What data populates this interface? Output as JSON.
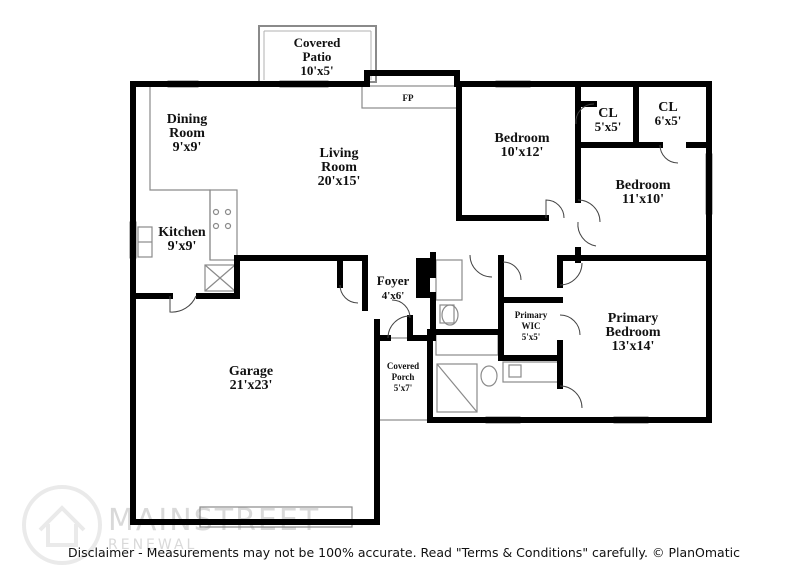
{
  "rooms": {
    "covered_patio": {
      "name_line1": "Covered",
      "name_line2": "Patio",
      "size": "10'x5'"
    },
    "fireplace": {
      "name": "FP"
    },
    "dining_room": {
      "name_line1": "Dining",
      "name_line2": "Room",
      "size": "9'x9'"
    },
    "living_room": {
      "name_line1": "Living",
      "name_line2": "Room",
      "size": "20'x15'"
    },
    "bedroom_1": {
      "name": "Bedroom",
      "size": "10'x12'"
    },
    "closet_1": {
      "name": "CL",
      "size": "5'x5'"
    },
    "closet_2": {
      "name": "CL",
      "size": "6'x5'"
    },
    "bedroom_2": {
      "name": "Bedroom",
      "size": "11'x10'"
    },
    "kitchen": {
      "name": "Kitchen",
      "size": "9'x9'"
    },
    "foyer": {
      "name": "Foyer",
      "size": "4'x6'"
    },
    "primary_wic": {
      "name_line1": "Primary",
      "name_line2": "WIC",
      "size": "5'x5'"
    },
    "primary_bedroom": {
      "name_line1": "Primary",
      "name_line2": "Bedroom",
      "size": "13'x14'"
    },
    "garage": {
      "name": "Garage",
      "size": "21'x23'"
    },
    "covered_porch": {
      "name_line1": "Covered",
      "name_line2": "Porch",
      "size": "5'x7'"
    }
  },
  "watermark": {
    "brand": "MAINSTREET",
    "sub": "RENEWAL"
  },
  "disclaimer": "Disclaimer - Measurements may not be 100% accurate. Read \"Terms & Conditions\" carefully. © PlanOmatic",
  "colors": {
    "wall": "#000000",
    "thin_line": "#8a8a8a",
    "background": "#ffffff",
    "watermark": "#d9d9d9"
  }
}
